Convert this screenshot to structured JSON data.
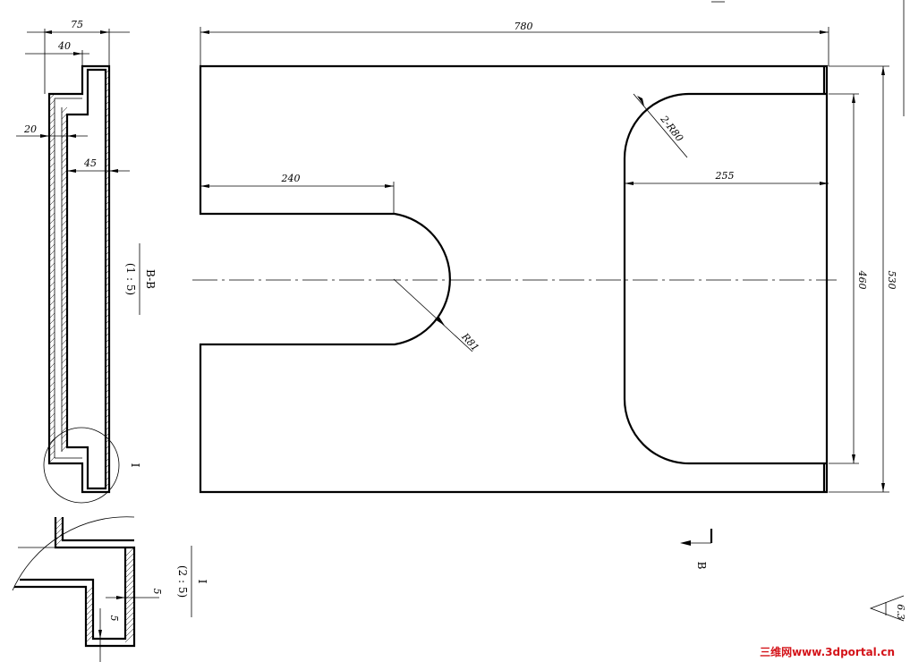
{
  "dimensions": {
    "total_length": "780",
    "slot_depth": "240",
    "pocket_width": "255",
    "corner_radius": "2-R80",
    "slot_radius": "R81",
    "inner_height": "460",
    "total_height": "530"
  },
  "section_dims": {
    "d75": "75",
    "d40": "40",
    "d20": "20",
    "d45": "45"
  },
  "section_label": {
    "name": "B-B",
    "scale": "(1 : 5)"
  },
  "detail_label": {
    "name": "I",
    "scale": "(2 : 5)"
  },
  "detail_marker": "I",
  "detail_dims": {
    "d5a": "5",
    "d5b": "5"
  },
  "view_marker": "B",
  "roughness": "6.3",
  "watermark": "三维网www.3dportal.cn",
  "colors": {
    "line": "#000000",
    "watermark": "#d4141a",
    "background": "#ffffff"
  }
}
